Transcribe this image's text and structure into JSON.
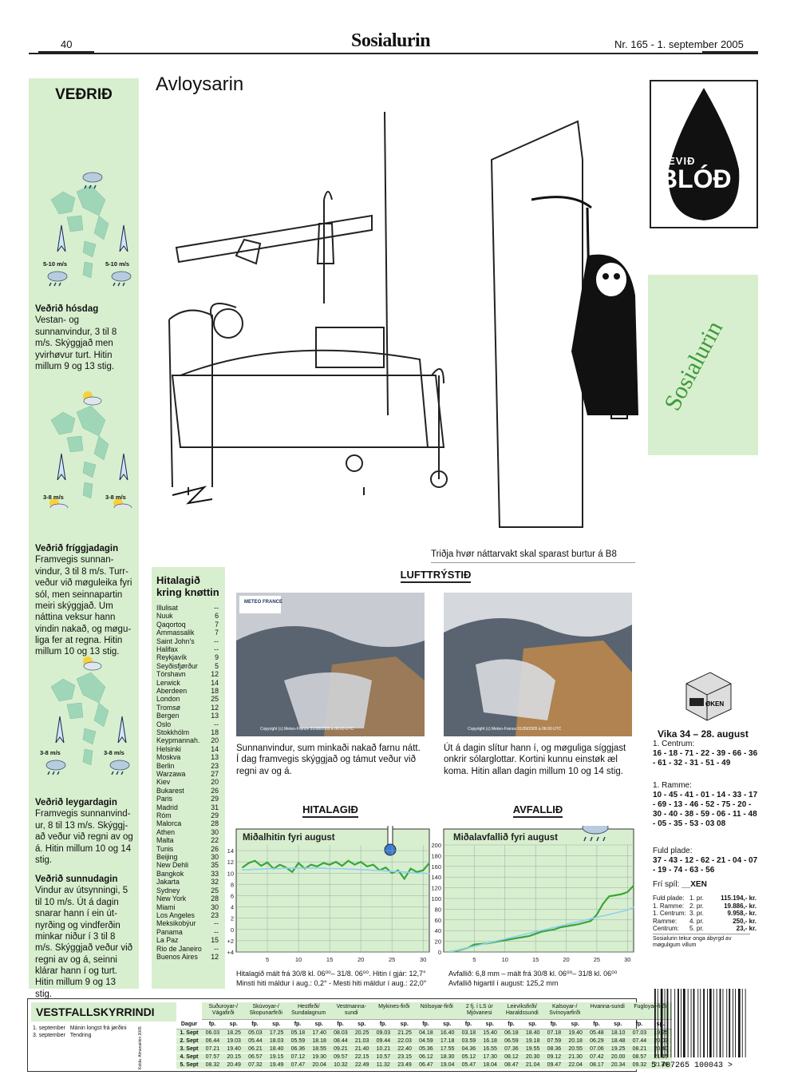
{
  "header": {
    "page_number": "40",
    "masthead": "Sosialurin",
    "issue": "Nr. 165 - 1. september 2005"
  },
  "weather": {
    "title": "VEÐRIÐ",
    "wind_labels": [
      "5-10 m/s",
      "5-10 m/s",
      "3-8 m/s",
      "3-8 m/s",
      "3-8 m/s",
      "3-8 m/s"
    ],
    "days": [
      {
        "title": "Veðrið hósdag",
        "text": "Vestan- og sunnanvindur, 3 til 8 m/s. Skýggjað men yvirhøvur turt. Hitin millum 9 og 13 stig."
      },
      {
        "title": "Veðrið fríggjadagin",
        "text": "Framvegis sunnan-vindur, 3 til 8 m/s. Turr-veður við møguleika fyri sól, men seinnapartin meiri skýggjað. Um náttina veksur hann vindin nakað, og møgu-liga fer at regna. Hitin millum 10 og 13 stig."
      },
      {
        "title": "Veðrið leygardagin",
        "text": "Framvegis sunnanvind-ur, 8 til 13 m/s. Skýggj-að veður við regni av og á. Hitin millum 10 og 14 stig."
      },
      {
        "title": "Veðrið sunnudagin",
        "text": "Vindur av útsynningi, 5 til 10 m/s. Út á dagin snarar hann í ein út-nyrðing og vindferðin minkar niður í 3 til 8 m/s. Skýggjað veður við regni av og á, seinni klárar hann í og turt. Hitin millum 9 og 13 stig."
      }
    ]
  },
  "cartoon": {
    "title": "Avloysarin",
    "caption": "Triðja hvør náttarvakt skal sparast burtur á B8"
  },
  "temperatures": {
    "title": "Hitalagið kring knøttin",
    "cities": [
      [
        "Illulisat",
        "--"
      ],
      [
        "Nuuk",
        "6"
      ],
      [
        "Qaqortoq",
        "7"
      ],
      [
        "Ammassalik",
        "7"
      ],
      [
        "Saint John's",
        "--"
      ],
      [
        "Halifax",
        "--"
      ],
      [
        "Reykjavík",
        "9"
      ],
      [
        "Seyðisfjørður",
        "5"
      ],
      [
        "Tórshavn",
        "12"
      ],
      [
        "Lerwick",
        "14"
      ],
      [
        "Aberdeen",
        "18"
      ],
      [
        "London",
        "25"
      ],
      [
        "Tromsø",
        "12"
      ],
      [
        "Bergen",
        "13"
      ],
      [
        "Oslo",
        "--"
      ],
      [
        "Stokkhólm",
        "18"
      ],
      [
        "Keypmannah.",
        "20"
      ],
      [
        "Helsinki",
        "14"
      ],
      [
        "Moskva",
        "13"
      ],
      [
        "Berlin",
        "23"
      ],
      [
        "Warzawa",
        "27"
      ],
      [
        "Kiev",
        "20"
      ],
      [
        "Bukarest",
        "26"
      ],
      [
        "Paris",
        "29"
      ],
      [
        "Madrid",
        "31"
      ],
      [
        "Róm",
        "29"
      ],
      [
        "Malorca",
        "28"
      ],
      [
        "Athen",
        "30"
      ],
      [
        "Malta",
        "22"
      ],
      [
        "Tunis",
        "26"
      ],
      [
        "Beijing",
        "30"
      ],
      [
        "New Dehli",
        "35"
      ],
      [
        "Bangkok",
        "33"
      ],
      [
        "Jakarta",
        "32"
      ],
      [
        "Sydney",
        "25"
      ],
      [
        "New York",
        "28"
      ],
      [
        "Miami",
        "30"
      ],
      [
        "Los Angeles",
        "23"
      ],
      [
        "Meksikobýur",
        "--"
      ],
      [
        "Panama",
        "--"
      ],
      [
        "La Paz",
        "15"
      ],
      [
        "Rio de Janeiro",
        "--"
      ],
      [
        "Buenos Aires",
        "12"
      ]
    ]
  },
  "pressure": {
    "title": "LUFTTRÝSTIÐ",
    "sat1_logo": "METEO FRANCE",
    "sat1_stamp": "Copyright (c) Meteo-France 31/08/2005 à 06:00 UTC",
    "sat2_stamp": "Copyright (c) Meteo-France 01/09/2005 à 06:00 UTC",
    "text1": "Sunnanvindur, sum minkaði nakað farnu nátt. Í dag framvegis skýggjað og támut veður við regni av og á.",
    "text2": "Út á dagin slítur hann í, og møguliga síggjast onkrir sólarglottar. Kortini kunnu einstøk æl koma. Hitin allan dagin millum 10 og 14 stig."
  },
  "temp_chart": {
    "section": "HITALAGIÐ",
    "footer1": "Hitalagið mált frá 30/8 kl. 06⁰⁰– 31/8. 06⁰⁰. Hitin í gjár: 12,7°",
    "footer2": "Minsti hiti máldur í aug.: 0,2° - Mesti hiti máldur í aug.: 22,0°"
  },
  "rain_chart": {
    "section": "AVFALLIÐ",
    "footer1": "Avfallið: 6,8 mm – mált frá 30/8 kl. 06⁰⁰– 31/8 kl. 06⁰⁰",
    "footer2": "Avfallið higartil í august: 125,2 mm"
  },
  "chart_data": [
    {
      "type": "line",
      "title": "Miðalhitin fyri august",
      "xlabel": "",
      "ylabel": "",
      "x_ticks": [
        5,
        10,
        15,
        20,
        25,
        30
      ],
      "y_ticks": [
        "+4",
        "+2",
        "0",
        "2",
        "4",
        "6",
        "8",
        "10",
        "12",
        "14"
      ],
      "ylim": [
        -4,
        15
      ],
      "xlim": [
        0,
        31
      ],
      "series": [
        {
          "color": "#3aa53a",
          "values": [
            11.0,
            11.8,
            12.2,
            11.3,
            11.9,
            10.8,
            11.5,
            11.0,
            10.2,
            11.8,
            10.8,
            11.5,
            11.2,
            11.8,
            11.5,
            12.0,
            11.3,
            12.2,
            11.5,
            12.0,
            11.2,
            11.5,
            10.5,
            11.0,
            10.0,
            10.5,
            9.0,
            10.8,
            10.2,
            10.5,
            11.8
          ]
        },
        {
          "color": "#8fd0f0",
          "values": [
            10.6,
            10.6,
            10.7,
            10.7,
            10.8,
            10.8,
            10.8,
            10.9,
            10.9,
            10.9,
            10.9,
            10.9,
            10.9,
            10.9,
            10.8,
            10.8,
            10.8,
            10.7,
            10.7,
            10.6,
            10.6,
            10.5,
            10.5,
            10.4,
            10.3,
            10.3,
            10.2,
            10.1,
            10.0,
            10.0,
            9.9
          ]
        }
      ]
    },
    {
      "type": "line",
      "title": "Miðalavfallið fyri august",
      "xlabel": "",
      "ylabel": "",
      "x_ticks": [
        5,
        10,
        15,
        20,
        25,
        30
      ],
      "y_ticks": [
        "0",
        "20",
        "40",
        "60",
        "80",
        "100",
        "120",
        "140",
        "160",
        "180",
        "200"
      ],
      "ylim": [
        0,
        200
      ],
      "xlim": [
        0,
        31
      ],
      "series": [
        {
          "color": "#3aa53a",
          "values": [
            0,
            2,
            5,
            8,
            14,
            15,
            16,
            18,
            20,
            22,
            24,
            26,
            28,
            30,
            34,
            38,
            40,
            42,
            46,
            48,
            50,
            52,
            55,
            58,
            70,
            90,
            104,
            106,
            108,
            112,
            124
          ]
        },
        {
          "color": "#8fd0f0",
          "values": [
            0,
            2.7,
            5.4,
            8.1,
            10.8,
            13.5,
            16.2,
            18.9,
            21.6,
            24.3,
            27,
            29.7,
            32.4,
            35.1,
            37.8,
            40.5,
            43.2,
            45.9,
            48.6,
            51.3,
            54,
            56.7,
            59.4,
            62.1,
            64.8,
            67.5,
            70.2,
            72.9,
            75.6,
            78.3,
            84
          ]
        }
      ]
    }
  ],
  "blood_ad": {
    "line1": "GEVIÐ",
    "line2": "BLÓÐ"
  },
  "side_logo": "Sosialurin",
  "lotto": {
    "box_text": "ØKEN",
    "week": "Vika 34 – 28. august",
    "r1_label": "1. Centrum:",
    "r1_nums": "16 - 18 - 71 - 22 - 39 - 66 - 36 - 61 - 32 - 31 - 51 - 49",
    "r2_label": "1. Ramme:",
    "r2_nums": "10 - 45 - 41 - 01 - 14 - 33 - 17 - 69 - 13 - 46 - 52 - 75 - 20 - 30 - 40 - 38 - 59 - 06 - 11 - 48 - 05 - 35 - 53 - 03 08",
    "r3_label": "Fuld plade:",
    "r3_nums": "37 - 43 - 12 - 62 - 21 - 04 - 07 - 19 - 74 - 63 - 56",
    "fri_label": "Frí spíl:",
    "fri_value": "__XEN",
    "prizes": [
      [
        "Fuld plade:",
        "1. pr.",
        "115.194,- kr."
      ],
      [
        "1. Ramme:",
        "2. pr.",
        "19.886,- kr."
      ],
      [
        "1. Centrum:",
        "3. pr.",
        "9.958,- kr."
      ],
      [
        "Ramme:",
        "4. pr.",
        "250,- kr."
      ],
      [
        "Centrum:",
        "5. pr.",
        "23,- kr."
      ]
    ],
    "disclaimer": "Sosialurin tekur onga ábyrgd av møguligum villum"
  },
  "tides": {
    "title": "VESTFALLSKYRRINDI",
    "notes": [
      [
        "1. september",
        "Mánin longst frá jørðini"
      ],
      [
        "3. september",
        "Tendring"
      ]
    ],
    "kelda": "Kelda: Almanakkin 2005",
    "dag_label": "Dagur",
    "days": [
      "1. Sept",
      "2. Sept",
      "3. Sept",
      "4. Sept",
      "5. Sept"
    ],
    "sub": [
      "fp.",
      "sp."
    ],
    "locations": [
      {
        "name": "Suðuroyar-/ Vágafirði",
        "rows": [
          [
            "06.03",
            "18.25"
          ],
          [
            "06.44",
            "19.03"
          ],
          [
            "07.21",
            "19.40"
          ],
          [
            "07.57",
            "20.15"
          ],
          [
            "08.32",
            "20.49"
          ]
        ]
      },
      {
        "name": "Skúvoyar-/ Skopunarfirði",
        "rows": [
          [
            "05.03",
            "17.25"
          ],
          [
            "05.44",
            "18.03"
          ],
          [
            "06.21",
            "18.40"
          ],
          [
            "06.57",
            "19.15"
          ],
          [
            "07.32",
            "19.49"
          ]
        ]
      },
      {
        "name": "Hestfirði/ Sundalagnum",
        "rows": [
          [
            "05.18",
            "17.40"
          ],
          [
            "05.59",
            "18.18"
          ],
          [
            "06.36",
            "18.55"
          ],
          [
            "07.12",
            "19.30"
          ],
          [
            "07.47",
            "20.04"
          ]
        ]
      },
      {
        "name": "Vestmanna-sundi",
        "rows": [
          [
            "08.03",
            "20.25"
          ],
          [
            "08.44",
            "21.03"
          ],
          [
            "09.21",
            "21.40"
          ],
          [
            "09.57",
            "22.15"
          ],
          [
            "10.32",
            "22.49"
          ]
        ]
      },
      {
        "name": "Mykines-firði",
        "rows": [
          [
            "09.03",
            "21.25"
          ],
          [
            "09.44",
            "22.03"
          ],
          [
            "10.21",
            "22.40"
          ],
          [
            "10.57",
            "23.15"
          ],
          [
            "11.32",
            "23.49"
          ]
        ]
      },
      {
        "name": "Nólsoyar-firði",
        "rows": [
          [
            "04.18",
            "16.40"
          ],
          [
            "04.59",
            "17.18"
          ],
          [
            "05.36",
            "17.55"
          ],
          [
            "06.12",
            "18.30"
          ],
          [
            "06.47",
            "19.04"
          ]
        ]
      },
      {
        "name": "2 fj. í LS úr Mjóvanesi",
        "rows": [
          [
            "03.18",
            "15.40"
          ],
          [
            "03.59",
            "16.18"
          ],
          [
            "04.36",
            "16.55"
          ],
          [
            "05.12",
            "17.30"
          ],
          [
            "05.47",
            "18.04"
          ]
        ]
      },
      {
        "name": "Leirvíksfirði/ Haraldssundi",
        "rows": [
          [
            "06.18",
            "18.40"
          ],
          [
            "06.59",
            "19.18"
          ],
          [
            "07.36",
            "19.55"
          ],
          [
            "08.12",
            "20.30"
          ],
          [
            "08.47",
            "21.04"
          ]
        ]
      },
      {
        "name": "Kalsoyar-/ Svínoyarfirði",
        "rows": [
          [
            "07.18",
            "19.40"
          ],
          [
            "07.59",
            "20.18"
          ],
          [
            "08.36",
            "20.55"
          ],
          [
            "09.12",
            "21.30"
          ],
          [
            "09.47",
            "22.04"
          ]
        ]
      },
      {
        "name": "Hvanna-sundi",
        "rows": [
          [
            "05.48",
            "18.10"
          ],
          [
            "06.29",
            "18.48"
          ],
          [
            "07.06",
            "19.25"
          ],
          [
            "07.42",
            "20.00"
          ],
          [
            "08.17",
            "20.34"
          ]
        ]
      },
      {
        "name": "Fugloyar-firði",
        "rows": [
          [
            "07.03",
            "19.25"
          ],
          [
            "07.44",
            "20.03"
          ],
          [
            "08.21",
            "20.40"
          ],
          [
            "08.57",
            "21.15"
          ],
          [
            "09.32",
            "21.49"
          ]
        ]
      }
    ]
  },
  "barcode_digits": "5 707265 100043 >"
}
